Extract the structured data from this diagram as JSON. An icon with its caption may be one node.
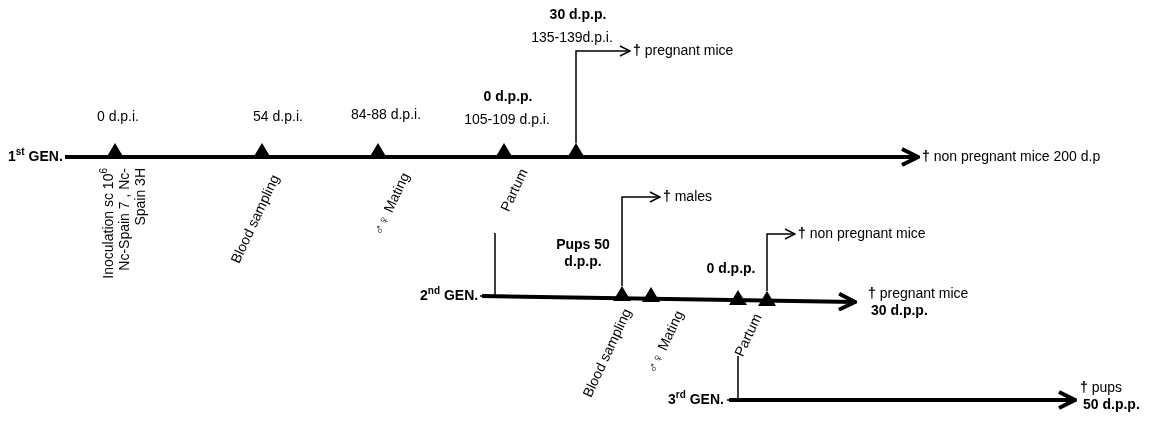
{
  "diagram": {
    "nodes": [
      {
        "text": [
          "1$^{st}$ GEN."
        ]
      },
      {
        "text": [],
        "shape": "triangle",
        "beside": [
          "0 d.p.i.",
          "Inoculation sc 10$^{6}$ Nc-Spain 7 , Nc-Spain 3H"
        ]
      },
      {
        "text": [],
        "shape": "triangle",
        "beside": [
          "54 d.p.i.",
          "Blood sampling"
        ]
      },
      {
        "text": [],
        "shape": "triangle",
        "beside": [
          "84-88 d.p.i.",
          "♂♀ Mating"
        ]
      },
      {
        "text": [],
        "shape": "triangle",
        "beside": [
          "0 d.p.p.",
          "105-109 d.p.i.",
          "Partum"
        ]
      },
      {
        "text": [],
        "shape": "triangle",
        "beside": [
          "30 d.p.p.",
          "135-139d.p.i."
        ]
      },
      {
        "text": [
          "**†** pregnant mice"
        ]
      },
      {
        "text": [
          "**†** non pregnant mice 200 d.p"
        ]
      },
      {
        "text": [
          "2$^{nd}$ GEN."
        ]
      },
      {
        "text": [],
        "shape": "triangle",
        "beside": [
          "Pups 50 d.p.p.",
          "Blood sampling"
        ]
      },
      {
        "text": [],
        "shape": "triangle",
        "beside": [
          "♂♀ Mating"
        ]
      },
      {
        "text": [],
        "shape": "triangle",
        "beside": [
          "0 d.p.p.",
          "Partum"
        ]
      },
      {
        "text": [],
        "shape": "triangle"
      },
      {
        "text": [
          "**†** males"
        ]
      },
      {
        "text": [
          "**†** non pregnant mice"
        ]
      },
      {
        "text": [
          "**†** pregnant mice",
          "30 d.p.p."
        ]
      },
      {
        "text": [
          "3$^{rd}$ GEN."
        ]
      },
      {
        "text": [
          "**†** pups",
          "50 d.p.p."
        ]
      }
    ],
    "edges": [
      {
        "from": 0,
        "to": 7,
        "arrow": "to",
        "style": "thick"
      },
      {
        "from": 5,
        "to": 6,
        "arrow": "to"
      },
      {
        "from": 4,
        "to": 8,
        "arrow": "none"
      },
      {
        "from": 8,
        "to": 15,
        "arrow": "to",
        "style": "thick"
      },
      {
        "from": 9,
        "to": 13,
        "arrow": "to"
      },
      {
        "from": 12,
        "to": 14,
        "arrow": "to"
      },
      {
        "from": 11,
        "to": 16,
        "arrow": "none"
      },
      {
        "from": 16,
        "to": 17,
        "arrow": "to",
        "style": "thick"
      }
    ]
  }
}
